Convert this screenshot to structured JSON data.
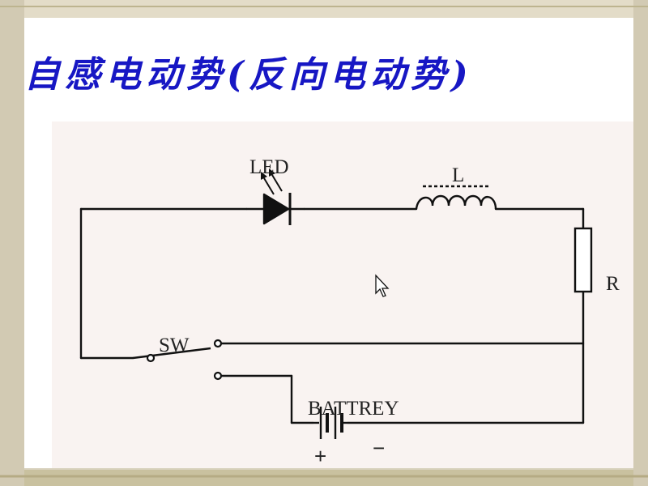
{
  "title": "自感电动势(反向电动势)",
  "diagram": {
    "labels": {
      "led": "LED",
      "inductor": "L",
      "resistor": "R",
      "switch": "SW",
      "battery": "BATTREY",
      "plus": "+",
      "minus": "−"
    }
  },
  "colors": {
    "title": "#1717c4",
    "wire": "#111111",
    "panel": "#f9f3f1",
    "background": "#d9d3c0"
  }
}
